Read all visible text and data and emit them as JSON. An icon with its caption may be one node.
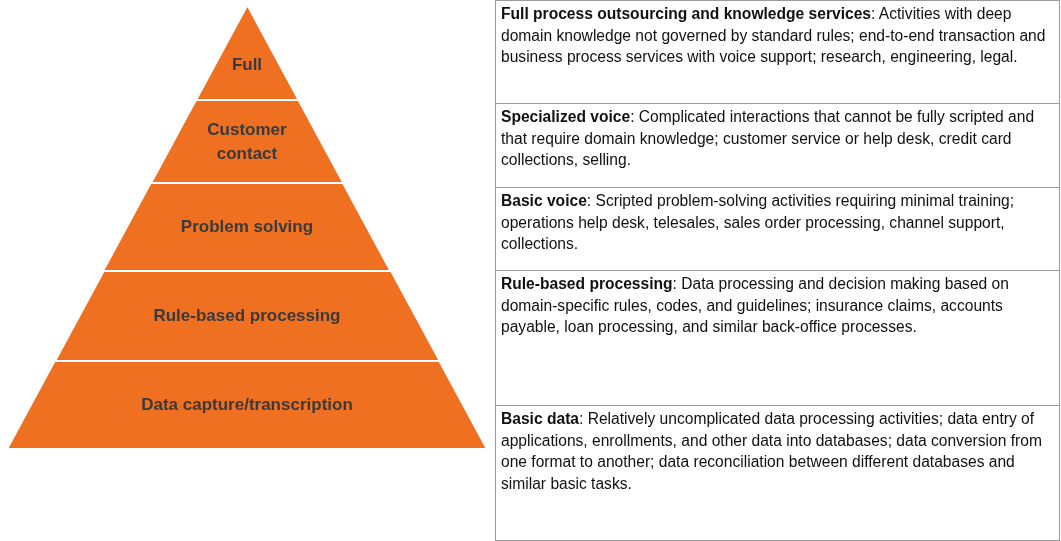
{
  "diagram": {
    "nodes": [
      {
        "text": [
          "Full"
        ]
      },
      {
        "text": [
          "Customer contact"
        ]
      },
      {
        "text": [
          "Problem solving"
        ]
      },
      {
        "text": [
          "Rule-based processing"
        ]
      },
      {
        "text": [
          "Data capture/transcription"
        ]
      },
      {
        "text": [
          "**Full process outsourcing and knowledge services**: Activities with deep domain knowledge not governed by standard rules; end-to-end transaction and business process services with voice support; research, engineering, legal."
        ]
      },
      {
        "text": [
          "**Specialized voice**: Complicated interactions that cannot be fully scripted and that require domain knowledge; customer service or help desk, credit card collections, selling."
        ]
      },
      {
        "text": [
          "**Basic voice**: Scripted problem-solving activities requiring minimal training; operations help desk, telesales, sales order processing, channel support, collections."
        ]
      },
      {
        "text": [
          "**Rule-based processing**: Data processing and decision making based on domain-specific rules, codes, and guidelines; insurance claims, accounts payable, loan processing, and similar back-office processes."
        ]
      },
      {
        "text": [
          "**Basic data**: Relatively uncomplicated data processing activities; data entry of applications, enrollments, and other data into databases; data conversion from one format to another; data reconciliation between different databases and similar basic tasks."
        ]
      }
    ]
  }
}
